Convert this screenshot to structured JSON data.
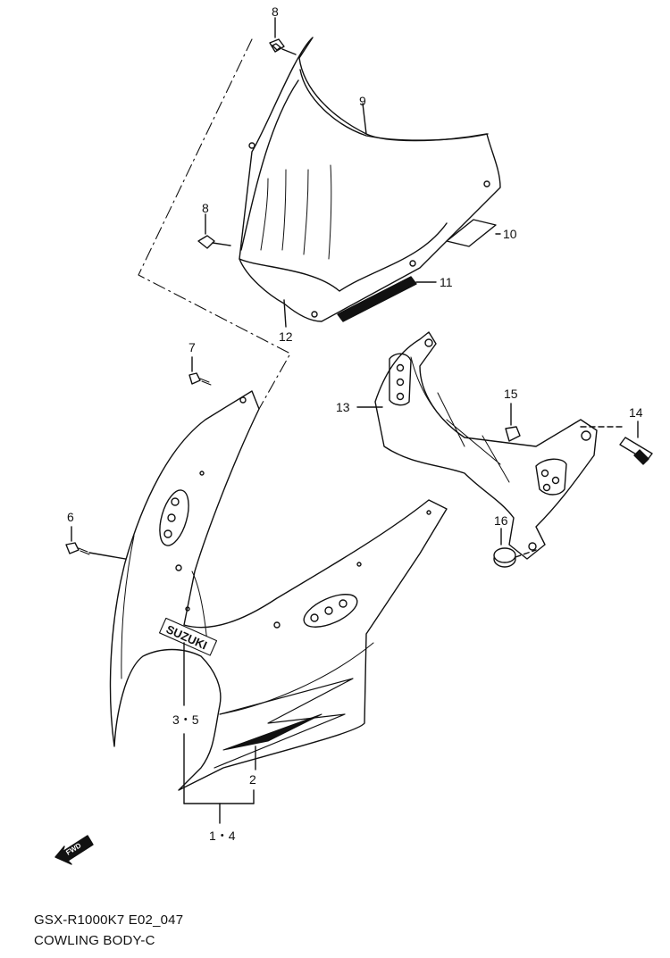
{
  "callouts": {
    "c8a": "8",
    "c8b": "8",
    "c9": "9",
    "c10": "10",
    "c11": "11",
    "c12": "12",
    "c7": "7",
    "c13": "13",
    "c15": "15",
    "c14": "14",
    "c6": "6",
    "c16": "16",
    "c35": "3・5",
    "c2": "2",
    "c14b": "1・4"
  },
  "brand_decal": "SUZUKI",
  "fwd_label": "FWD",
  "footer": {
    "model_code": "GSX-R1000K7 E02_047",
    "assembly_name": "COWLING BODY-C"
  }
}
